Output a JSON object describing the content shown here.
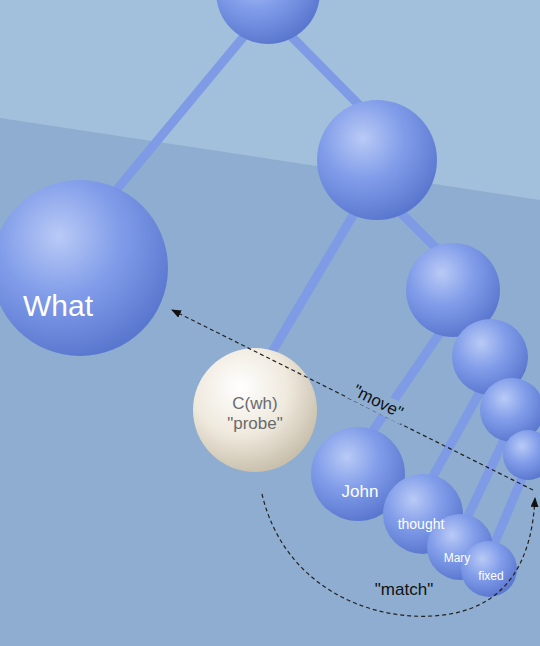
{
  "diagram": {
    "nodes": [
      {
        "text": [
          "What"
        ]
      },
      {
        "text": [
          "C(wh) \"probe\""
        ]
      },
      {
        "text": [
          "John"
        ]
      },
      {
        "text": [
          "thought"
        ]
      },
      {
        "text": [
          "Mary"
        ]
      },
      {
        "text": [
          "fixed"
        ]
      }
    ],
    "labels": [
      "\"move\"",
      "\"match\""
    ]
  }
}
